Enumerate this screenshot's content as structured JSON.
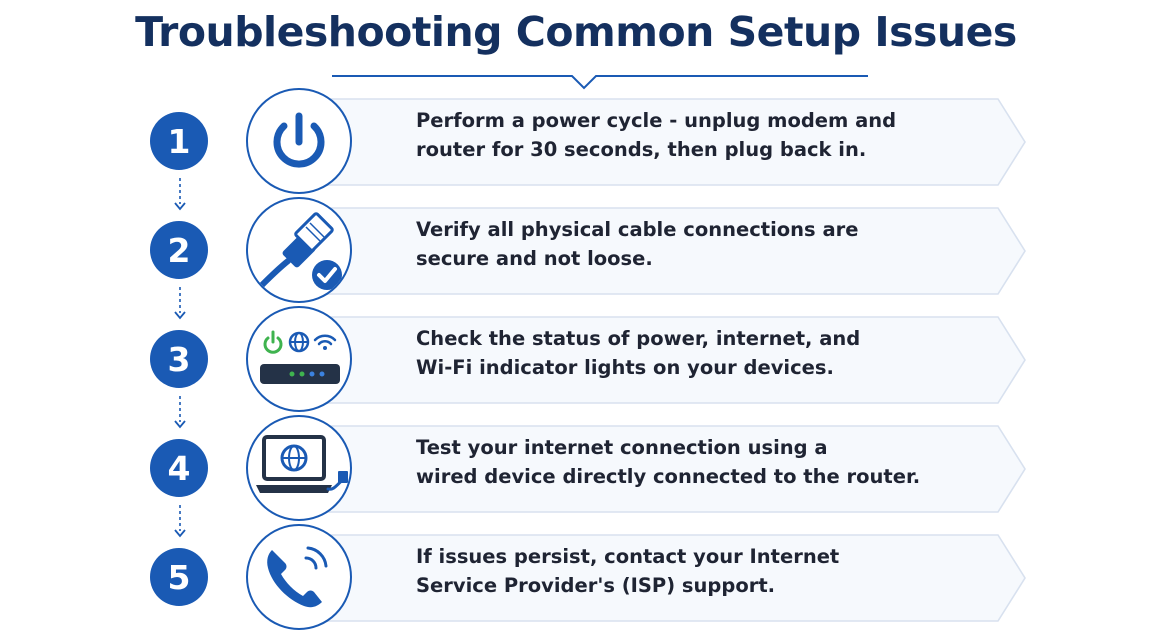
{
  "title": "Troubleshooting Common Setup Issues",
  "colors": {
    "accent": "#1a5ab4",
    "title": "#14305f",
    "text": "#1f2433",
    "card_border": "#d8e1ef",
    "card_fill": "#f6f9fd",
    "check": "#1a5ab4",
    "power_led": "#3fb34f"
  },
  "steps": [
    {
      "number": "1",
      "icon": "power-icon",
      "line1": "Perform a power cycle - unplug modem and",
      "line2": "router for 30 seconds, then plug back in."
    },
    {
      "number": "2",
      "icon": "ethernet-cable-check-icon",
      "line1": "Verify all physical cable connections are",
      "line2": "secure and not loose."
    },
    {
      "number": "3",
      "icon": "router-status-lights-icon",
      "line1": "Check the status of power, internet, and",
      "line2": "Wi-Fi indicator lights on your devices."
    },
    {
      "number": "4",
      "icon": "laptop-wired-connection-icon",
      "line1": "Test your internet connection using a",
      "line2": "wired device directly connected to the router."
    },
    {
      "number": "5",
      "icon": "phone-support-icon",
      "line1": "If issues persist, contact your Internet",
      "line2": "Service Provider's (ISP) support."
    }
  ]
}
